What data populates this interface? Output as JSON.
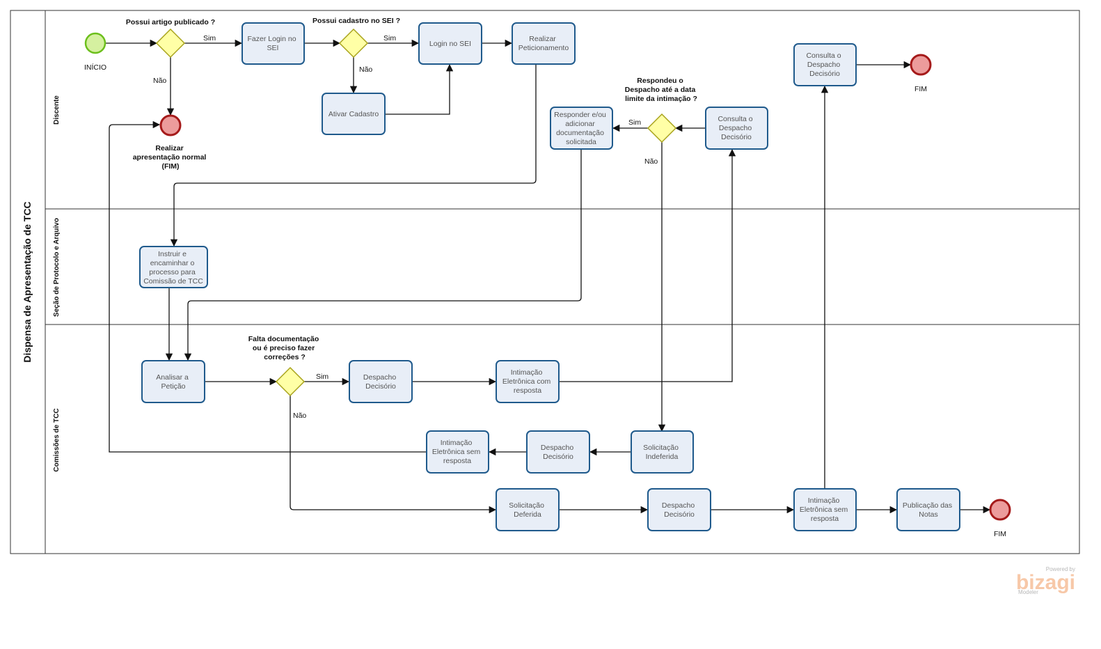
{
  "pool": {
    "title": "Dispensa de Apresentação de TCC"
  },
  "lanes": [
    {
      "id": "discente",
      "title": "Discente"
    },
    {
      "id": "protocolo",
      "title": "Seção de Protocolo e Arquivo"
    },
    {
      "id": "comissoes",
      "title": "Comissões de TCC"
    }
  ],
  "events": {
    "start": {
      "label": "INÍCIO"
    },
    "end_apresentacao": {
      "label_lines": [
        "Realizar",
        "apresentação normal",
        "(FIM)"
      ]
    },
    "end_top": {
      "label": "FIM"
    },
    "end_bottom": {
      "label": "FIM"
    }
  },
  "gateways": {
    "artigo": {
      "label_lines": [
        "Possui artigo publicado ?"
      ]
    },
    "sei": {
      "label_lines": [
        "Possui cadastro no SEI ?"
      ]
    },
    "respondeu": {
      "label_lines": [
        "Respondeu o",
        "Despacho até a data",
        "limite da intimação ?"
      ]
    },
    "falta": {
      "label_lines": [
        "Falta documentação",
        "ou é preciso fazer",
        "correções ?"
      ]
    }
  },
  "tasks": {
    "fazer_login": {
      "lines": [
        "Fazer Login no",
        "SEI"
      ]
    },
    "login_sei": {
      "lines": [
        "Login no SEI"
      ]
    },
    "realizar_pet": {
      "lines": [
        "Realizar",
        "Peticionamento"
      ]
    },
    "ativar": {
      "lines": [
        "Ativar Cadastro"
      ]
    },
    "consulta_top": {
      "lines": [
        "Consulta o",
        "Despacho",
        "Decisório"
      ]
    },
    "responder": {
      "lines": [
        "Responder e/ou",
        "adicionar",
        "documentação",
        "solicitada"
      ]
    },
    "consulta_mid": {
      "lines": [
        "Consulta o",
        "Despacho",
        "Decisório"
      ]
    },
    "instruir": {
      "lines": [
        "Instruir e",
        "encaminhar o",
        "processo para",
        "Comissão de TCC"
      ]
    },
    "analisar": {
      "lines": [
        "Analisar a",
        "Petição"
      ]
    },
    "despacho1": {
      "lines": [
        "Despacho",
        "Decisório"
      ]
    },
    "intimacao_com": {
      "lines": [
        "Intimação",
        "Eletrônica com",
        "resposta"
      ]
    },
    "intimacao_sem1": {
      "lines": [
        "Intimação",
        "Eletrônica sem",
        "resposta"
      ]
    },
    "despacho2": {
      "lines": [
        "Despacho",
        "Decisório"
      ]
    },
    "indeferida": {
      "lines": [
        "Solicitação",
        "Indeferida"
      ]
    },
    "deferida": {
      "lines": [
        "Solicitação",
        "Deferida"
      ]
    },
    "despacho3": {
      "lines": [
        "Despacho",
        "Decisório"
      ]
    },
    "intimacao_sem2": {
      "lines": [
        "Intimação",
        "Eletrônica sem",
        "resposta"
      ]
    },
    "publicacao": {
      "lines": [
        "Publicação das",
        "Notas"
      ]
    }
  },
  "flow_labels": {
    "artigo_sim": "Sim",
    "artigo_nao": "Não",
    "sei_sim": "Sim",
    "sei_nao": "Não",
    "respondeu_sim": "Sim",
    "respondeu_nao": "Não",
    "falta_sim": "Sim",
    "falta_nao": "Não"
  },
  "branding": {
    "powered": "Powered by",
    "name": "bizagi",
    "product": "Modeler"
  }
}
